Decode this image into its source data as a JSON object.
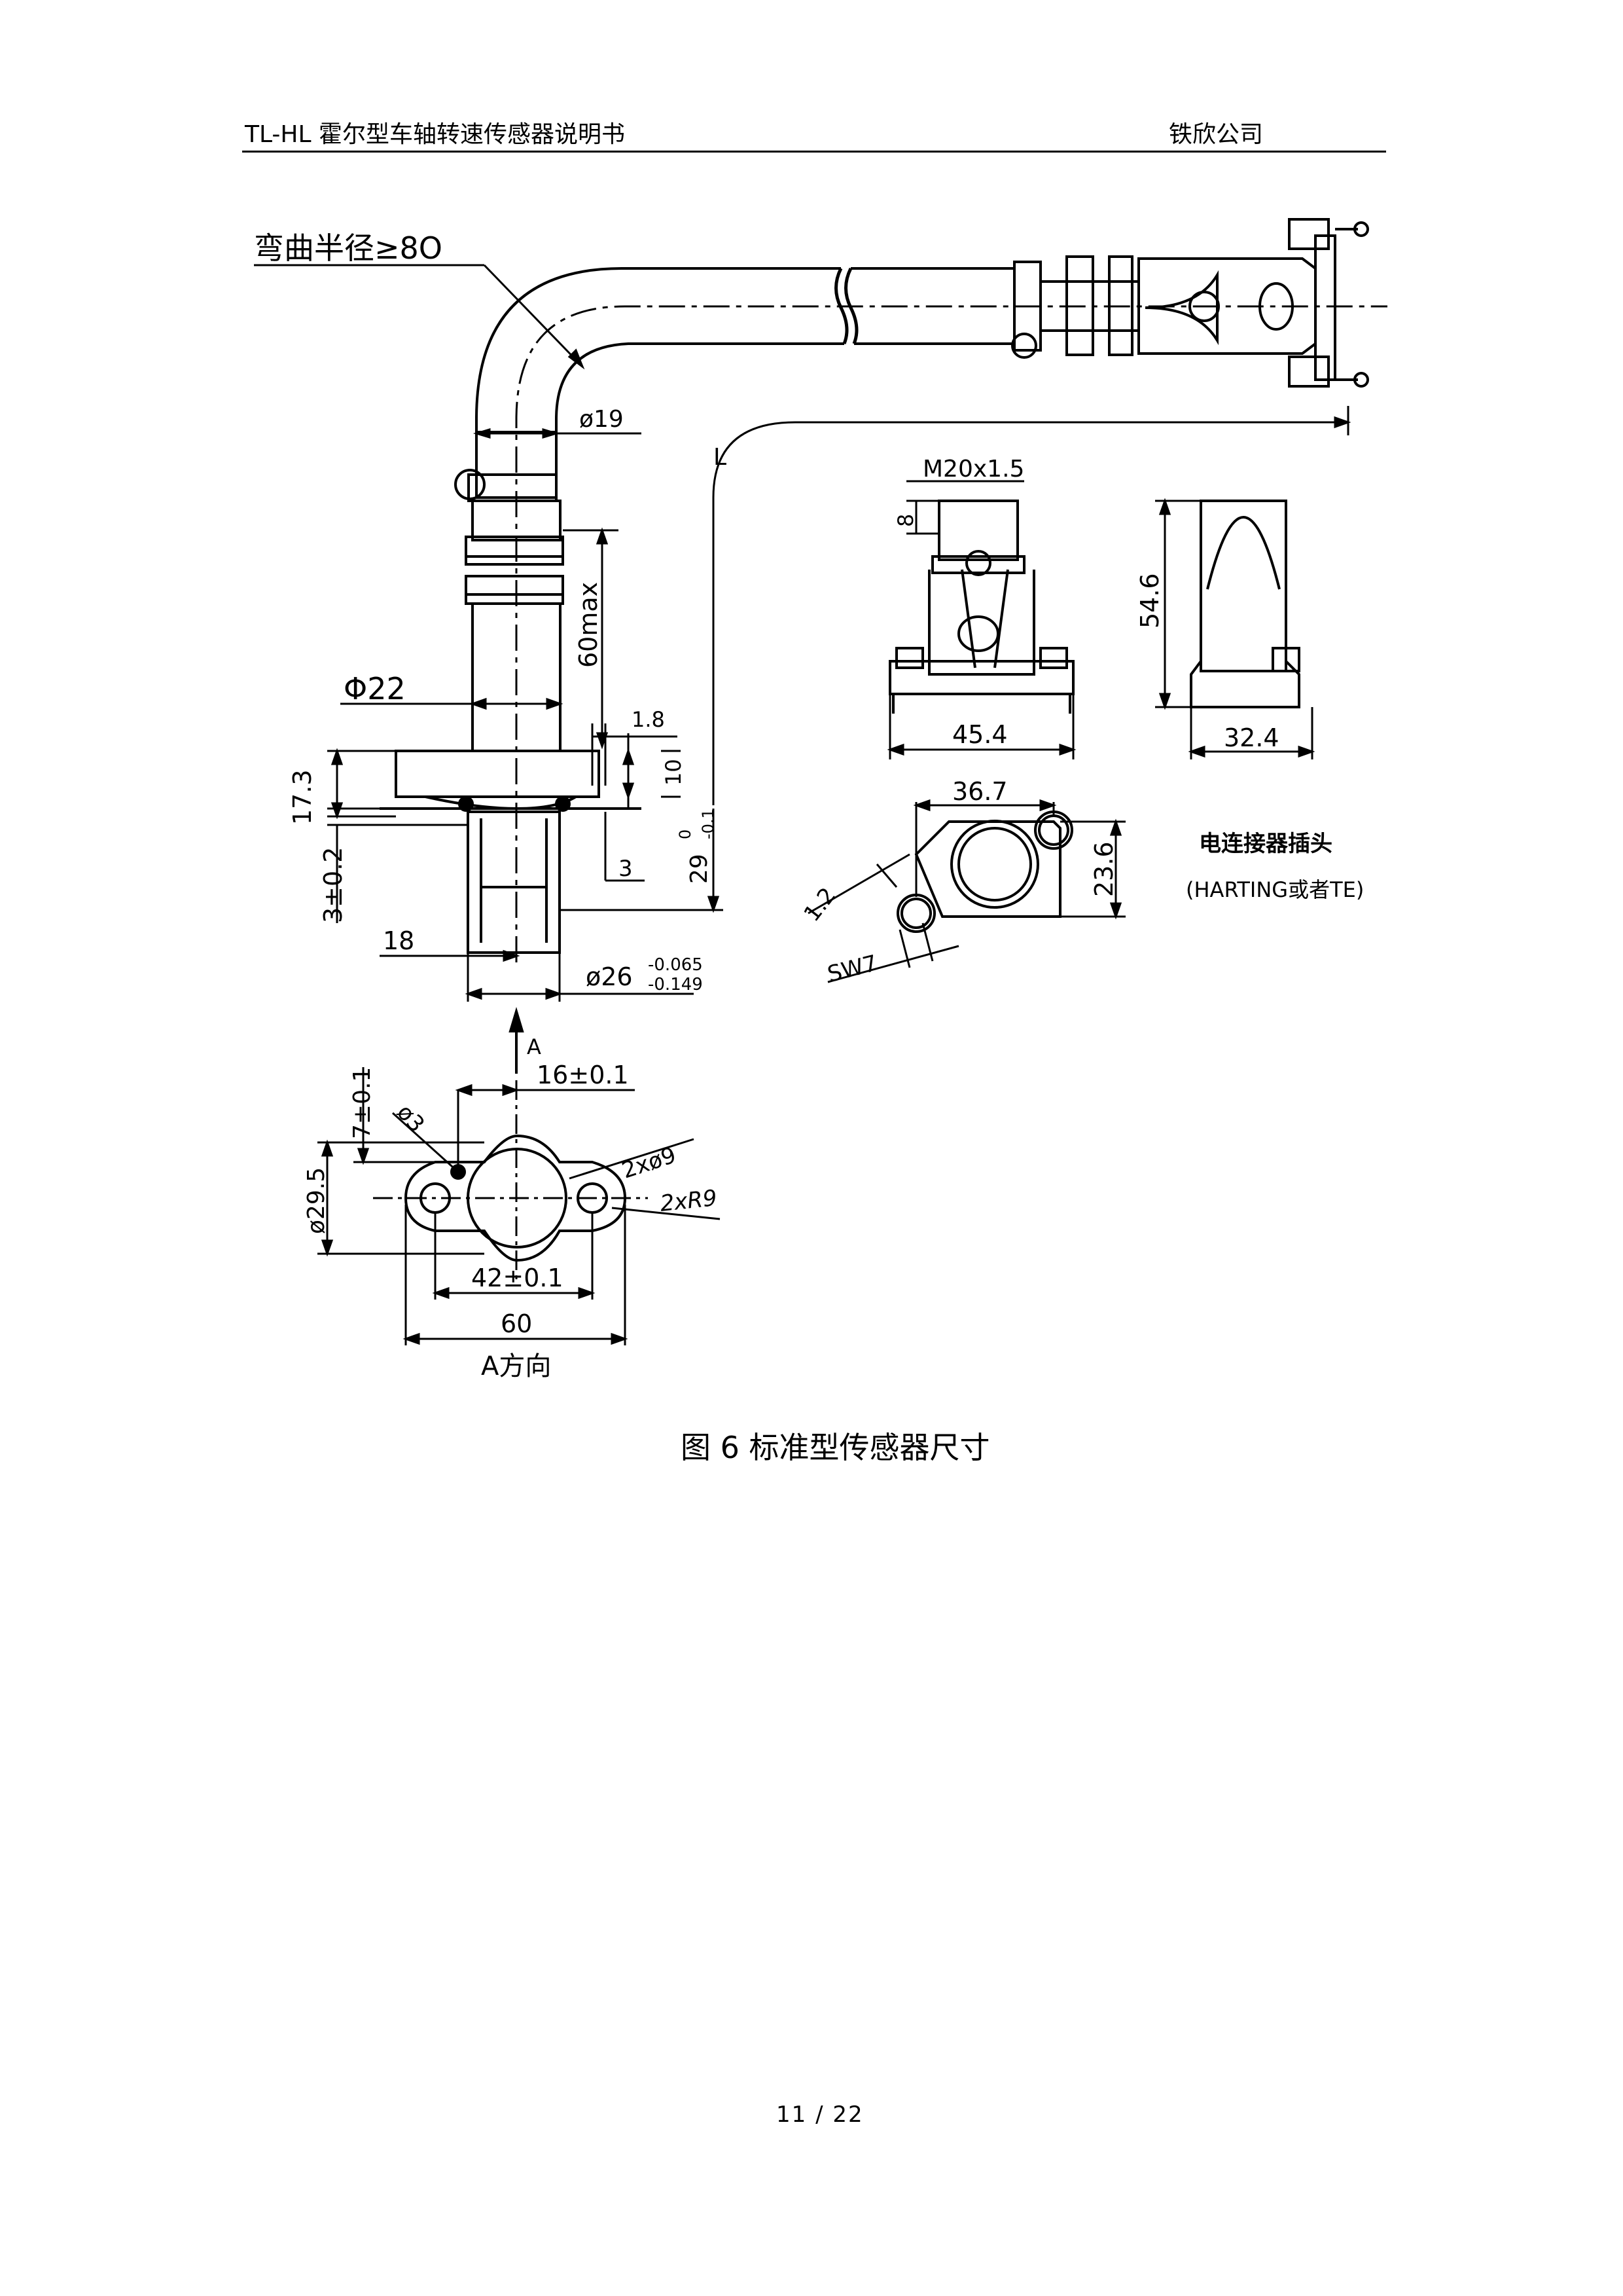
{
  "header": {
    "title": "TL-HL 霍尔型车轴转速传感器说明书",
    "company": "铁欣公司"
  },
  "drawing": {
    "bend_radius": "弯曲半径≥8O",
    "d19": "ø19",
    "L": "L",
    "m20": "M20x1.5",
    "n8": "8",
    "n54_6": "54.6",
    "max60": "60max",
    "phi22": "Φ22",
    "n1_8": "1.8",
    "n10": "10",
    "n45_4": "45.4",
    "n32_4": "32.4",
    "n17_3": "17.3",
    "n29": "29",
    "n29_tol_up": "0",
    "n29_tol_low": "-0.1",
    "n36_7": "36.7",
    "n23_6": "23.6",
    "n3": "3",
    "n3pm": "3±0.2",
    "n18": "18",
    "d26": "ø26",
    "d26_tol_up": "-0.065",
    "d26_tol_low": "-0.149",
    "n1_2": "1.2",
    "sw7": "SW7",
    "connector": "电连接器插头",
    "harting": "(HARTING或者TE)",
    "arrowA": "A",
    "n16": "16±0.1",
    "n7": "7±0.1",
    "d3": "ø3",
    "d29_5": "ø29.5",
    "d9": "2xø9",
    "r9": "2xR9",
    "n42": "42±0.1",
    "n60": "60",
    "viewA": "A方向"
  },
  "caption": "图 6 标准型传感器尺寸",
  "page_number": "11 / 22"
}
